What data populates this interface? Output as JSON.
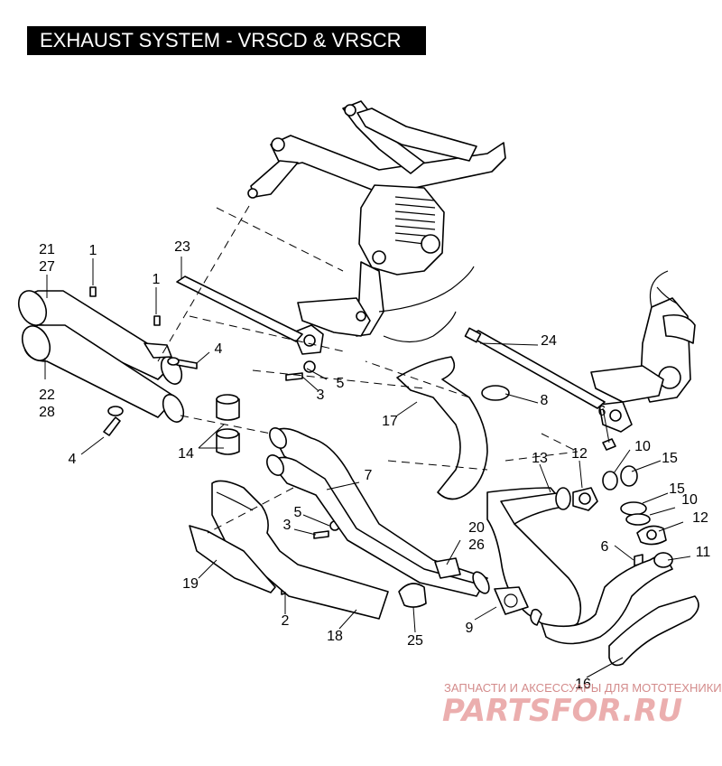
{
  "title": "EXHAUST SYSTEM - VRSCD & VRSCR",
  "callouts": [
    {
      "id": "c21",
      "text": "21"
    },
    {
      "id": "c27",
      "text": "27"
    },
    {
      "id": "c1a",
      "text": "1"
    },
    {
      "id": "c1b",
      "text": "1"
    },
    {
      "id": "c23",
      "text": "23"
    },
    {
      "id": "c4a",
      "text": "4"
    },
    {
      "id": "c5a",
      "text": "5"
    },
    {
      "id": "c3a",
      "text": "3"
    },
    {
      "id": "c22",
      "text": "22"
    },
    {
      "id": "c28",
      "text": "28"
    },
    {
      "id": "c4b",
      "text": "4"
    },
    {
      "id": "c14",
      "text": "14"
    },
    {
      "id": "c24",
      "text": "24"
    },
    {
      "id": "c8",
      "text": "8"
    },
    {
      "id": "c17",
      "text": "17"
    },
    {
      "id": "c6a",
      "text": "6"
    },
    {
      "id": "c10a",
      "text": "10"
    },
    {
      "id": "c15a",
      "text": "15"
    },
    {
      "id": "c13",
      "text": "13"
    },
    {
      "id": "c12a",
      "text": "12"
    },
    {
      "id": "c7",
      "text": "7"
    },
    {
      "id": "c15b",
      "text": "15"
    },
    {
      "id": "c10b",
      "text": "10"
    },
    {
      "id": "c12b",
      "text": "12"
    },
    {
      "id": "c5b",
      "text": "5"
    },
    {
      "id": "c3b",
      "text": "3"
    },
    {
      "id": "c20",
      "text": "20"
    },
    {
      "id": "c26",
      "text": "26"
    },
    {
      "id": "c6b",
      "text": "6"
    },
    {
      "id": "c11",
      "text": "11"
    },
    {
      "id": "c19",
      "text": "19"
    },
    {
      "id": "c2",
      "text": "2"
    },
    {
      "id": "c9",
      "text": "9"
    },
    {
      "id": "c18",
      "text": "18"
    },
    {
      "id": "c25",
      "text": "25"
    },
    {
      "id": "c16",
      "text": "16"
    }
  ],
  "watermark": {
    "tagline": "ЗАПЧАСТИ И АКСЕССУАРЫ ДЛЯ МОТОТЕХНИКИ",
    "logo": "PARTSFOR.RU"
  }
}
